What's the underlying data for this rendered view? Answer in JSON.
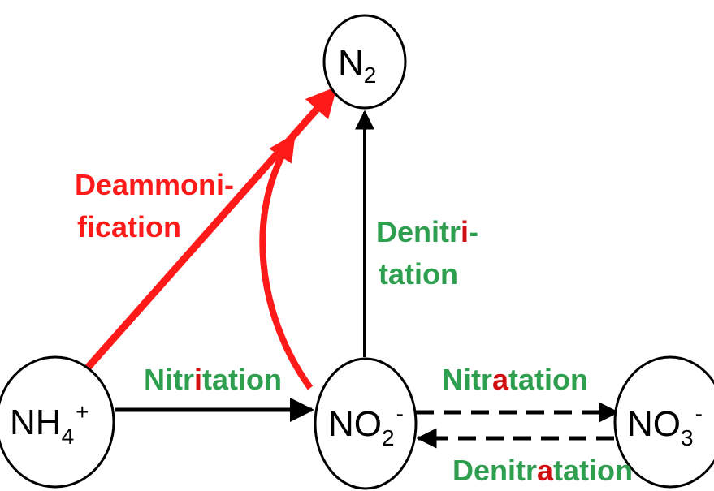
{
  "nodes": {
    "n2": {
      "main": "N",
      "sub": "2",
      "sup": ""
    },
    "nh4": {
      "main": "NH",
      "sub": "4",
      "sup": "+"
    },
    "no2": {
      "main": "NO",
      "sub": "2",
      "sup": "-"
    },
    "no3": {
      "main": "NO",
      "sub": "3",
      "sup": "-"
    }
  },
  "labels": {
    "deammonification": {
      "line1": "Deammoni-",
      "line2": "fication"
    },
    "denitritation": {
      "line1_a": "Denitr",
      "line1_b": "i",
      "line1_c": "-",
      "line2": "tation"
    },
    "nitritation": {
      "a": "Nitr",
      "b": "i",
      "c": "tation"
    },
    "nitratation": {
      "a": "Nitr",
      "b": "a",
      "c": "tation"
    },
    "denitratation": {
      "a": "Denitr",
      "b": "a",
      "c": "tation"
    }
  },
  "colors": {
    "red_path": "#ff1a1a",
    "green_label": "#2e9e4f",
    "highlight_letter": "#d01010",
    "black_path": "#000000"
  }
}
